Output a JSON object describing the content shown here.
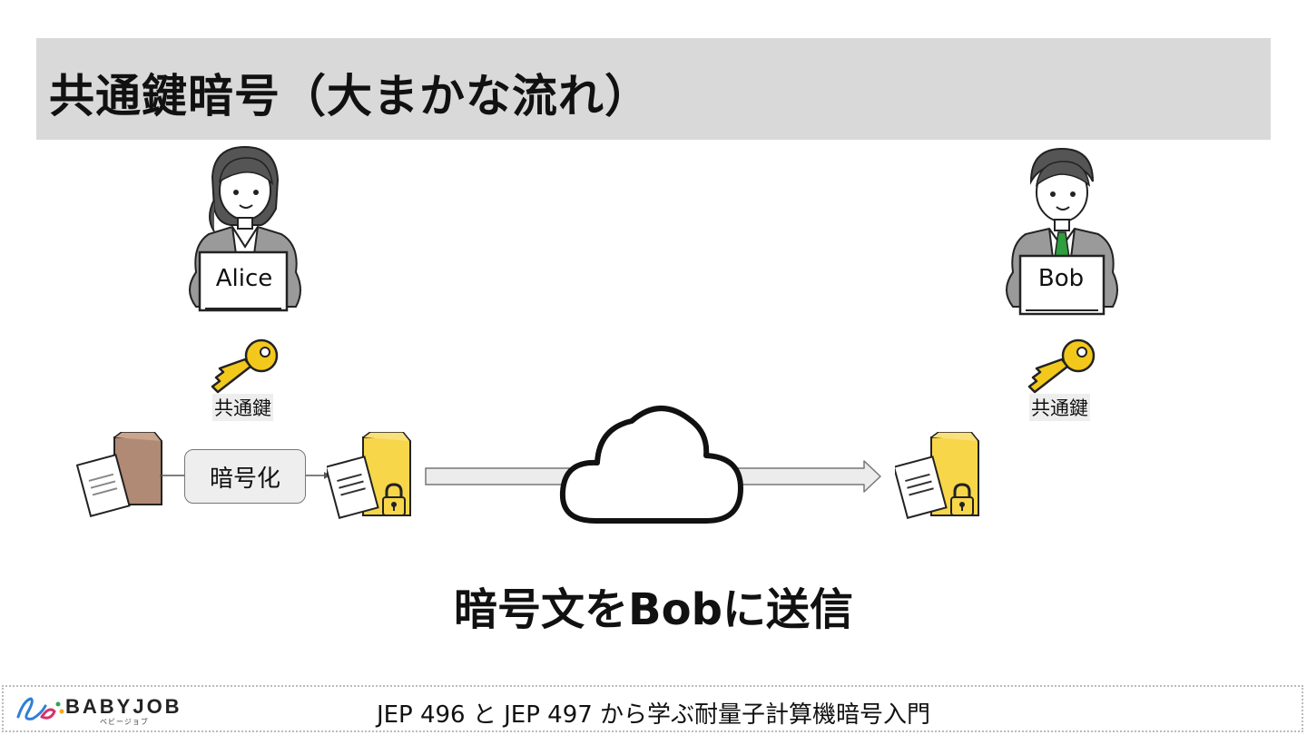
{
  "title": "共通鍵暗号（大まかな流れ）",
  "alice": {
    "name": "Alice",
    "key_label": "共通鍵"
  },
  "bob": {
    "name": "Bob",
    "key_label": "共通鍵"
  },
  "encrypt_label": "暗号化",
  "caption": "暗号文をBobに送信",
  "footer": {
    "logo_text": "BABYJOB",
    "logo_sub": "ベビージョブ",
    "text": "JEP 496 と JEP 497 から学ぶ耐量子計算機暗号入門"
  },
  "colors": {
    "title_bg": "#d9d9d9",
    "key": "#f2c81c",
    "envelope_brown": "#b08a74",
    "envelope_yellow": "#f7d64a",
    "bob_tie": "#2e9e3e"
  }
}
